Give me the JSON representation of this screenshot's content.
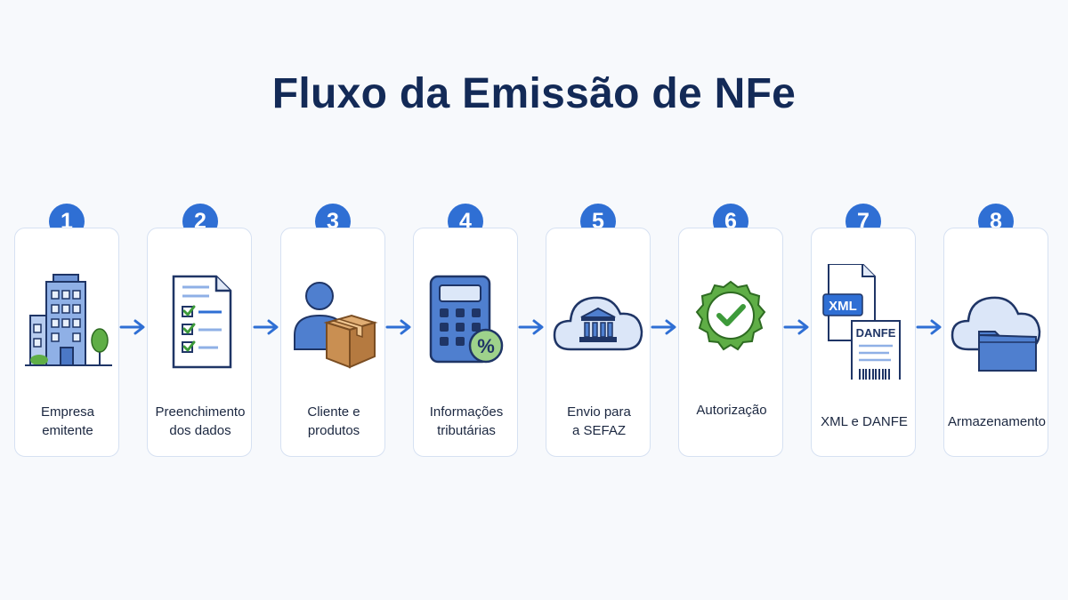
{
  "title": "Fluxo da Emissão de NFe",
  "steps": [
    {
      "number": "1",
      "label_line1": "Empresa",
      "label_line2": "emitente",
      "icon": "building-icon"
    },
    {
      "number": "2",
      "label_line1": "Preenchimento",
      "label_line2": "dos dados",
      "icon": "form-checklist-icon"
    },
    {
      "number": "3",
      "label_line1": "Cliente e",
      "label_line2": "produtos",
      "icon": "customer-box-icon"
    },
    {
      "number": "4",
      "label_line1": "Informações",
      "label_line2": "tributárias",
      "icon": "calculator-percent-icon"
    },
    {
      "number": "5",
      "label_line1": "Envio para",
      "label_line2": "a SEFAZ",
      "icon": "cloud-bank-icon"
    },
    {
      "number": "6",
      "label_line1": "Autorização",
      "label_line2": "",
      "icon": "approval-seal-icon"
    },
    {
      "number": "7",
      "label_line1": "XML e DANFE",
      "label_line2": "",
      "icon": "xml-danfe-documents-icon"
    },
    {
      "number": "8",
      "label_line1": "Armazenamento",
      "label_line2": "",
      "icon": "cloud-folder-icon"
    }
  ],
  "icon_text": {
    "percent": "%",
    "xml": "XML",
    "danfe": "DANFE"
  },
  "colors": {
    "accent": "#2f6fd4",
    "title": "#132a57",
    "card_border": "#d6e1f2",
    "icon_blue_light": "#8fb0e6",
    "icon_navy": "#1f3566",
    "seal_green": "#5fae46",
    "box_brown": "#c98f52"
  }
}
